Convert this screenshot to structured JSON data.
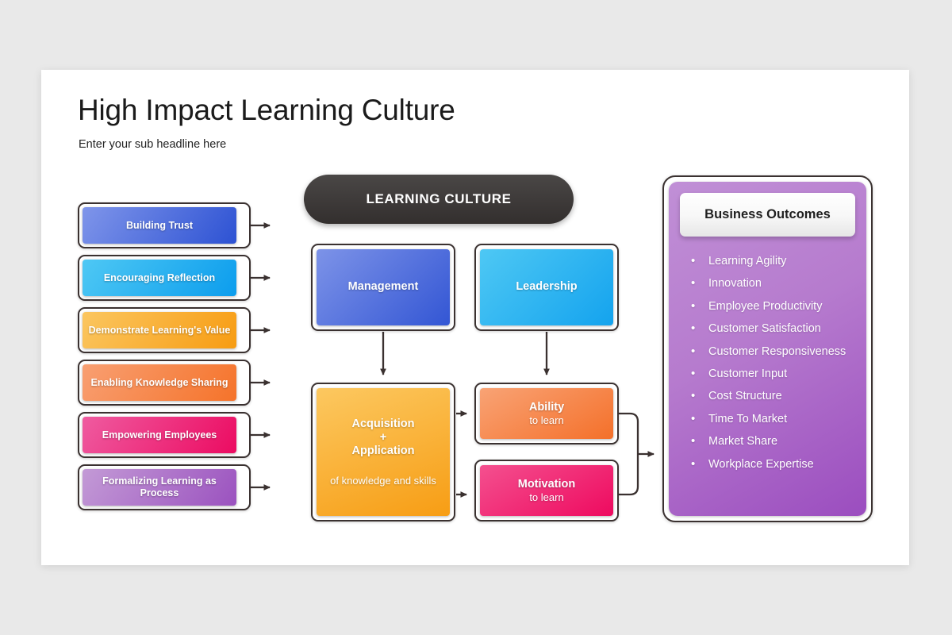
{
  "slide": {
    "title": "High Impact Learning Culture",
    "subtitle": "Enter your sub headline here",
    "background_color": "#e9e9e9",
    "surface_color": "#ffffff"
  },
  "center_header": {
    "label": "LEARNING CULTURE",
    "color_start": "#4a4746",
    "color_end": "#332f2e"
  },
  "drivers": [
    {
      "label": "Building Trust",
      "color_start": "#7f95ea",
      "color_end": "#2d52d3"
    },
    {
      "label": "Encouraging Reflection",
      "color_start": "#4ec8f4",
      "color_end": "#0c9ded"
    },
    {
      "label": "Demonstrate Learning's Value",
      "color_start": "#fbc660",
      "color_end": "#f79c12"
    },
    {
      "label": "Enabling Knowledge Sharing",
      "color_start": "#f89f72",
      "color_end": "#f5732a"
    },
    {
      "label": "Empowering Employees",
      "color_start": "#ef5ba0",
      "color_end": "#ec0b61"
    },
    {
      "label": "Formalizing Learning as Process",
      "color_start": "#c39ad6",
      "color_end": "#9b52bf"
    }
  ],
  "enablers": [
    {
      "label": "Management",
      "color_start": "#7d93e8",
      "color_end": "#3356d4"
    },
    {
      "label": "Leadership",
      "color_start": "#4ec8f4",
      "color_end": "#14a3ee"
    }
  ],
  "acquisition": {
    "line1": "Acquisition",
    "line2": "+",
    "line3": "Application",
    "caption": "of knowledge and skills",
    "color_start": "#fcc860",
    "color_end": "#f79d14"
  },
  "outcomes_drivers": [
    {
      "title": "Ability",
      "sub": "to learn",
      "color_start": "#f9a375",
      "color_end": "#f4702a"
    },
    {
      "title": "Motivation",
      "sub": "to learn",
      "color_start": "#f4508f",
      "color_end": "#ee0a5f"
    }
  ],
  "business_outcomes": {
    "heading": "Business Outcomes",
    "panel_color_start": "#c08fd6",
    "panel_color_end": "#9b4dbf",
    "items": [
      "Learning Agility",
      "Innovation",
      "Employee Productivity",
      "Customer Satisfaction",
      "Customer Responsiveness",
      "Customer Input",
      "Cost Structure",
      "Time To Market",
      "Market Share",
      "Workplace Expertise"
    ]
  },
  "connector_color": "#3a3130"
}
